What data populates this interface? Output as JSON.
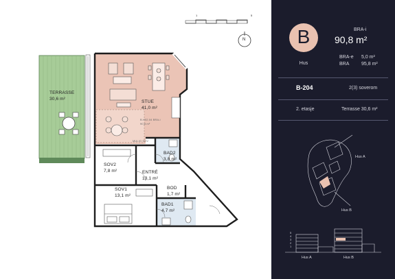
{
  "plan": {
    "compass": "N",
    "scale_start": "1",
    "scale_end": "5",
    "rooms": {
      "terrace": {
        "name": "TERRASSE",
        "area": "30,6 m²"
      },
      "living": {
        "name": "STUE",
        "area": "41,0 m²"
      },
      "bra_note": "B.H02.04 BRA-i",
      "bra_note_area": "90,8 m²",
      "mulig": "MULIG SOV",
      "bad2": {
        "name": "BAD2",
        "area": "3,8 m²"
      },
      "sov2": {
        "name": "SOV2",
        "area": "7,8 m²"
      },
      "entre": {
        "name": "ENTRÉ",
        "area": "13,1 m²"
      },
      "sov1": {
        "name": "SOV1",
        "area": "13,1 m²"
      },
      "bod": {
        "name": "BOD",
        "area": "1,7 m²"
      },
      "bad1": {
        "name": "BAD1",
        "area": "4,7 m²"
      }
    }
  },
  "info": {
    "type_letter": "B",
    "type_label": "Hus",
    "bra_i_label": "BRA-i",
    "bra_i_value": "90,8 m²",
    "bra_e_label": "BRA-e",
    "bra_e_value": "5,0 m²",
    "bra_label": "BRA",
    "bra_value": "95,8 m²",
    "unit": "B-204",
    "rooms": "2(3) soverom",
    "floor": "2. etasje",
    "terrace": "Terrasse 30,6 m²",
    "site_label_a": "Hus A",
    "site_label_b": "Hus B",
    "section_label_a": "Hus A",
    "section_label_b": "Hus B",
    "floor_numbers": [
      "5",
      "4",
      "3",
      "2",
      "1"
    ],
    "colors": {
      "panel": "#1b1c2c",
      "accent": "#e9c1b0",
      "highlight": "#e9c1b0"
    }
  }
}
